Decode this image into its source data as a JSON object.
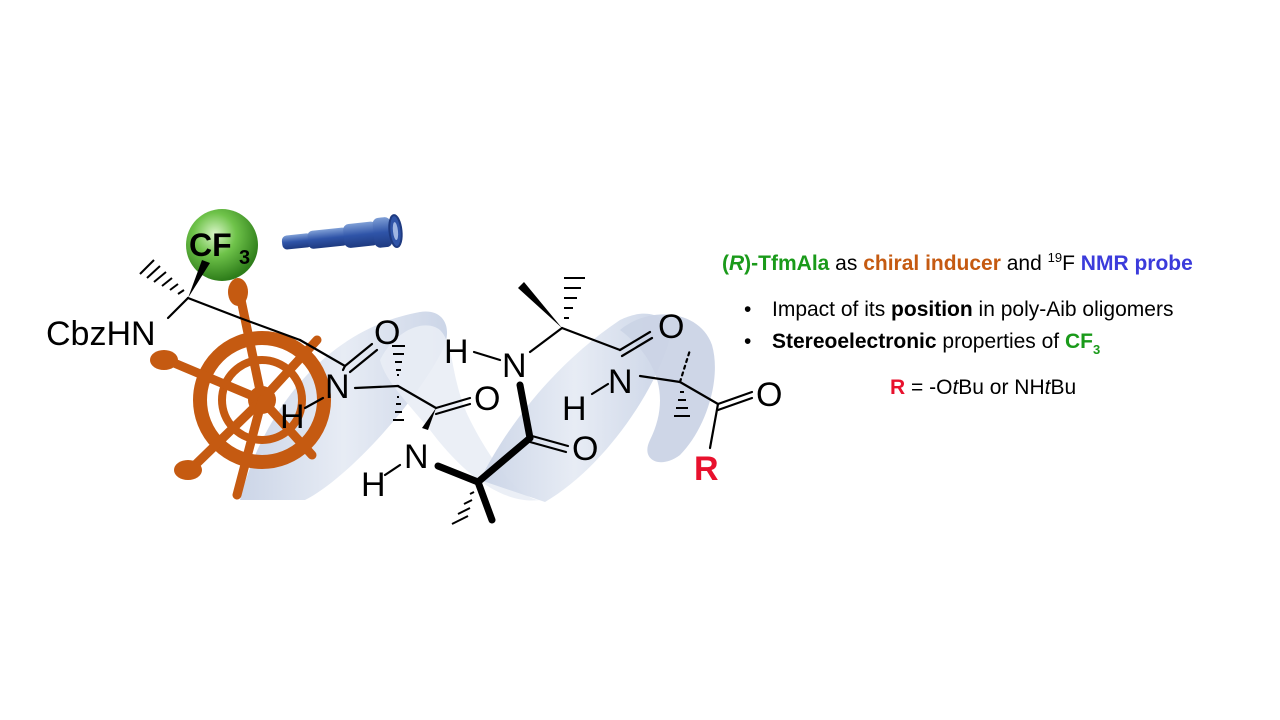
{
  "molecule": {
    "cf3_label": "CF",
    "cf3_subscript": "3",
    "n_terminus_label": "CbzHN",
    "atoms": [
      {
        "id": "o1",
        "text": "O"
      },
      {
        "id": "n1",
        "text": "N"
      },
      {
        "id": "h1",
        "text": "H"
      },
      {
        "id": "o2",
        "text": "O"
      },
      {
        "id": "n2",
        "text": "N"
      },
      {
        "id": "h2",
        "text": "H"
      },
      {
        "id": "h3",
        "text": "H"
      },
      {
        "id": "n3",
        "text": "N"
      },
      {
        "id": "o3",
        "text": "O"
      },
      {
        "id": "o4",
        "text": "O"
      },
      {
        "id": "h4",
        "text": "H"
      },
      {
        "id": "n4",
        "text": "N"
      },
      {
        "id": "o5",
        "text": "O"
      }
    ],
    "r_group_label": "R"
  },
  "info": {
    "headline": {
      "paren_open": "(",
      "stereo": "R",
      "paren_close_name": ")-TfmAla",
      "as_text": " as ",
      "inducer": "chiral inducer",
      "and_text": " and ",
      "isotope": "19",
      "element": "F",
      "probe": "NMR probe"
    },
    "bullets": [
      {
        "pre": "Impact of its ",
        "bold": "position",
        "post": " in poly-Aib oligomers"
      },
      {
        "bold": "Stereoelectronic",
        "post": " properties of ",
        "cf": "CF",
        "cf_sub": "3"
      }
    ],
    "r_line": {
      "r": "R",
      "eq": " = -O",
      "t1": "t",
      "bu1": "Bu or NH",
      "t2": "t",
      "bu2": "Bu"
    }
  },
  "colors": {
    "green": "#1a9a1a",
    "orange": "#c55a11",
    "blue": "#3b3bdb",
    "red": "#e8112d",
    "helix": "#d3dbe9",
    "wheel": "#c55a11"
  },
  "icons": [
    "ships-wheel-icon",
    "telescope-icon",
    "cf3-sphere-icon",
    "helix-ribbon"
  ]
}
